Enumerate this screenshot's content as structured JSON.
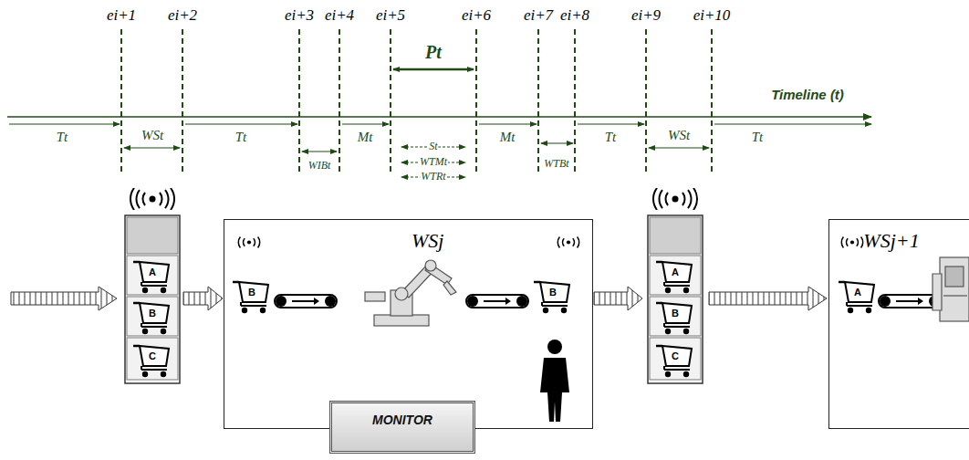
{
  "diagram": {
    "nodes": [
      {
        "text": [
          "WSj"
        ]
      },
      {
        "text": [
          "MONITOR"
        ],
        "in": 0
      },
      {
        "text": [
          "WSj+1"
        ]
      }
    ],
    "labels": [
      "ei+1",
      "ei+2",
      "ei+3",
      "ei+4",
      "ei+5",
      "ei+6",
      "ei+7",
      "ei+8",
      "ei+9",
      "ei+10",
      "Pt",
      "Timeline (t)",
      "Tt",
      "WSt",
      "Tt",
      "WIBt",
      "Mt",
      "St",
      "WTMt",
      "WTRt",
      "Mt",
      "WTBt",
      "Tt",
      "WSt",
      "Tt",
      "A",
      "B",
      "C",
      "B",
      "B",
      "A",
      "B",
      "C",
      "A"
    ]
  }
}
